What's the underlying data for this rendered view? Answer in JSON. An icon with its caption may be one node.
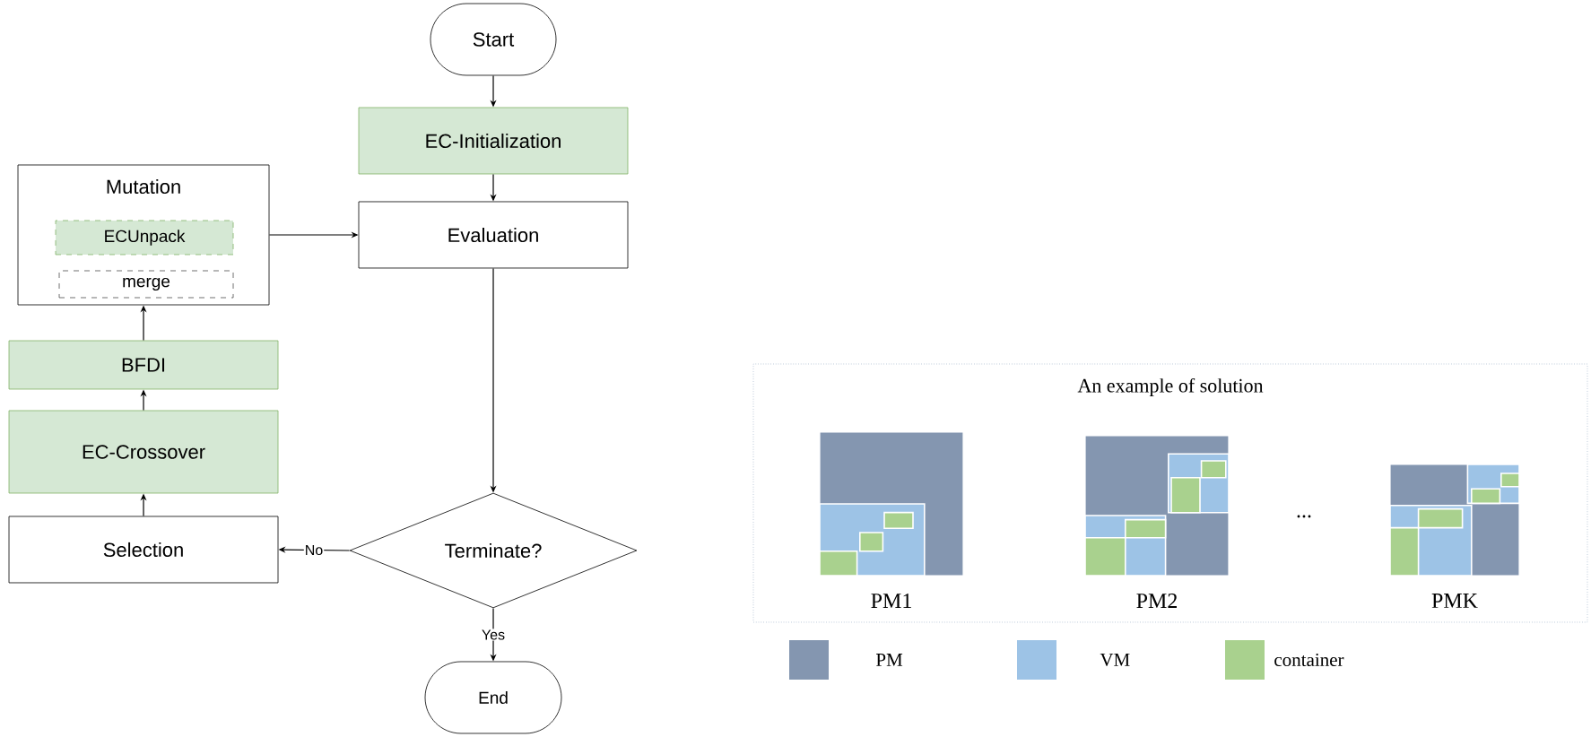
{
  "diagram": {
    "nodes": [
      {
        "text": [
          "Start"
        ]
      },
      {
        "text": [
          "EC-Initialization"
        ]
      },
      {
        "text": [
          "Mutation"
        ]
      },
      {
        "text": [
          "ECUnpack"
        ],
        "in": 2
      },
      {
        "text": [
          "merge"
        ],
        "in": 2
      },
      {
        "text": [
          "Evaluation"
        ]
      },
      {
        "text": [
          "BFDI"
        ]
      },
      {
        "text": [
          "EC-Crossover"
        ]
      },
      {
        "text": [
          "Selection"
        ]
      },
      {
        "text": [
          "Terminate?"
        ]
      },
      {
        "text": [
          "End"
        ]
      },
      {
        "text": [
          "An example of solution"
        ]
      },
      {
        "text": [
          "PM1"
        ],
        "in": 11
      },
      {
        "text": [
          "PM2"
        ],
        "in": 11
      },
      {
        "text": [
          "PMK"
        ],
        "in": 11
      }
    ],
    "edges": [
      {
        "from": 0,
        "to": 1,
        "arrow": "to"
      },
      {
        "from": 1,
        "to": 5,
        "arrow": "to"
      },
      {
        "from": 2,
        "to": 5,
        "arrow": "to"
      },
      {
        "from": 5,
        "to": 9,
        "arrow": "to"
      },
      {
        "from": 9,
        "to": 8,
        "arrow": "to",
        "label": "No"
      },
      {
        "from": 8,
        "to": 7,
        "arrow": "to"
      },
      {
        "from": 7,
        "to": 6,
        "arrow": "to"
      },
      {
        "from": 6,
        "to": 2,
        "arrow": "to"
      },
      {
        "from": 9,
        "to": 10,
        "arrow": "to",
        "label": "Yes"
      }
    ],
    "labels": [
      "..."
    ],
    "legend": [
      {
        "text": "PM",
        "color": "#8496b0"
      },
      {
        "text": "VM",
        "color": "#9dc3e6"
      },
      {
        "text": "container",
        "color": "#a9d18e"
      }
    ]
  }
}
